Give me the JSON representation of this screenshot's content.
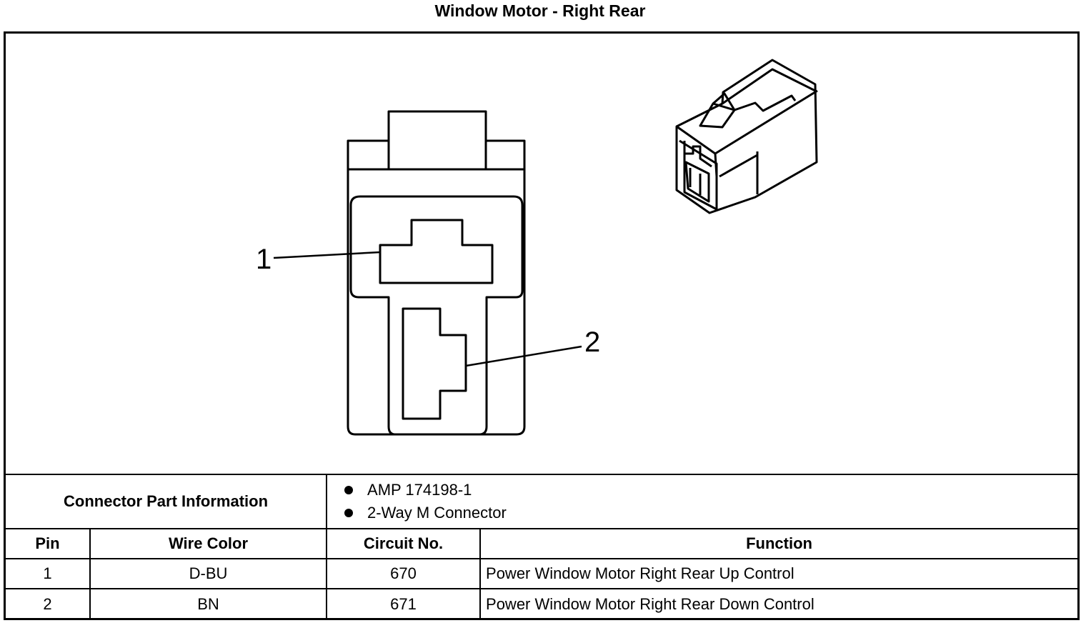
{
  "title": "Window Motor - Right Rear",
  "diagram": {
    "pin_callouts": [
      "1",
      "2"
    ]
  },
  "connector_info": {
    "label": "Connector Part Information",
    "items": [
      "AMP 174198-1",
      "2-Way M Connector"
    ]
  },
  "table": {
    "headers": [
      "Pin",
      "Wire Color",
      "Circuit No.",
      "Function"
    ],
    "rows": [
      [
        "1",
        "D-BU",
        "670",
        "Power Window Motor Right Rear Up Control"
      ],
      [
        "2",
        "BN",
        "671",
        "Power Window Motor Right Rear Down Control"
      ]
    ]
  }
}
